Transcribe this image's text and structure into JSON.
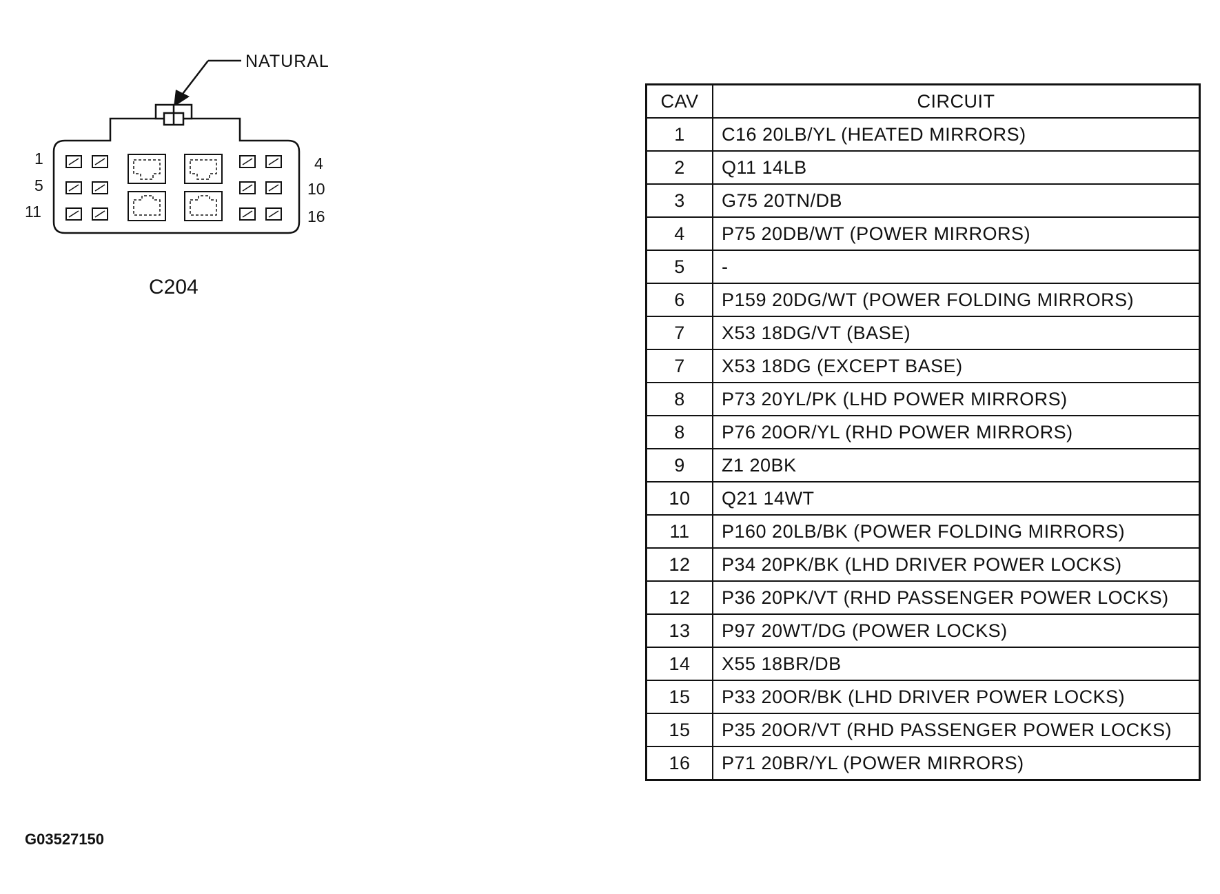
{
  "connector": {
    "callout_label": "NATURAL",
    "name": "C204",
    "cavity_labels": {
      "row1_left": "1",
      "row2_left": "5",
      "row3_left": "11",
      "row1_right": "4",
      "row2_right": "10",
      "row3_right": "16"
    }
  },
  "table": {
    "headers": {
      "cav": "CAV",
      "circuit": "CIRCUIT"
    },
    "rows": [
      {
        "cav": "1",
        "circuit": "C16 20LB/YL (HEATED MIRRORS)"
      },
      {
        "cav": "2",
        "circuit": "Q11 14LB"
      },
      {
        "cav": "3",
        "circuit": "G75 20TN/DB"
      },
      {
        "cav": "4",
        "circuit": "P75 20DB/WT (POWER MIRRORS)"
      },
      {
        "cav": "5",
        "circuit": "-"
      },
      {
        "cav": "6",
        "circuit": "P159 20DG/WT (POWER FOLDING MIRRORS)"
      },
      {
        "cav": "7",
        "circuit": "X53 18DG/VT (BASE)"
      },
      {
        "cav": "7",
        "circuit": "X53 18DG (EXCEPT BASE)"
      },
      {
        "cav": "8",
        "circuit": "P73 20YL/PK (LHD POWER MIRRORS)"
      },
      {
        "cav": "8",
        "circuit": "P76 20OR/YL (RHD POWER MIRRORS)"
      },
      {
        "cav": "9",
        "circuit": "Z1 20BK"
      },
      {
        "cav": "10",
        "circuit": "Q21 14WT"
      },
      {
        "cav": "11",
        "circuit": "P160 20LB/BK (POWER FOLDING MIRRORS)"
      },
      {
        "cav": "12",
        "circuit": "P34 20PK/BK (LHD DRIVER POWER LOCKS)"
      },
      {
        "cav": "12",
        "circuit": "P36 20PK/VT (RHD PASSENGER POWER LOCKS)"
      },
      {
        "cav": "13",
        "circuit": "P97 20WT/DG (POWER LOCKS)"
      },
      {
        "cav": "14",
        "circuit": "X55 18BR/DB"
      },
      {
        "cav": "15",
        "circuit": "P33 20OR/BK (LHD DRIVER POWER LOCKS)"
      },
      {
        "cav": "15",
        "circuit": "P35 20OR/VT (RHD PASSENGER POWER LOCKS)"
      },
      {
        "cav": "16",
        "circuit": "P71 20BR/YL (POWER MIRRORS)"
      }
    ]
  },
  "figure_id": "G03527150"
}
